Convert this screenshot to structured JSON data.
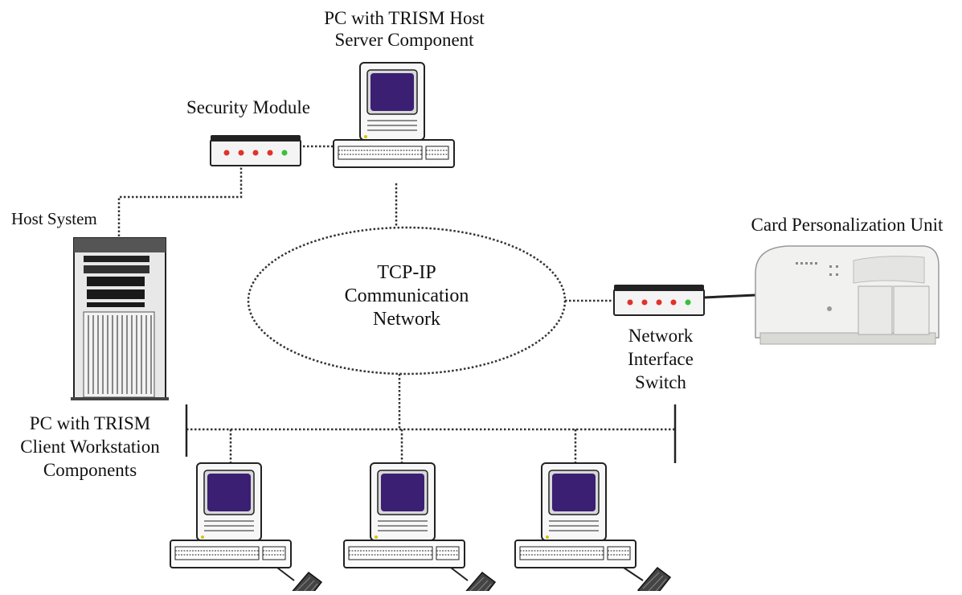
{
  "labels": {
    "host_server": [
      "PC with TRISM Host",
      "Server Component"
    ],
    "security_module": "Security Module",
    "host_system": "Host System",
    "network": [
      "TCP-IP",
      "Communication",
      "Network"
    ],
    "card_unit": "Card Personalization Unit",
    "network_switch": [
      "Network",
      "Interface",
      "Switch"
    ],
    "client_workstation": [
      "PC with TRISM",
      "Client Workstation",
      "Components"
    ]
  },
  "colors": {
    "screen": "#3a1f73",
    "led_red": "#e0322b",
    "led_green": "#3bbf3b",
    "line": "#333333"
  },
  "icons": [
    "pc-icon",
    "security-module-icon",
    "server-tower-icon",
    "switch-icon",
    "card-printer-icon",
    "mouse-icon"
  ]
}
